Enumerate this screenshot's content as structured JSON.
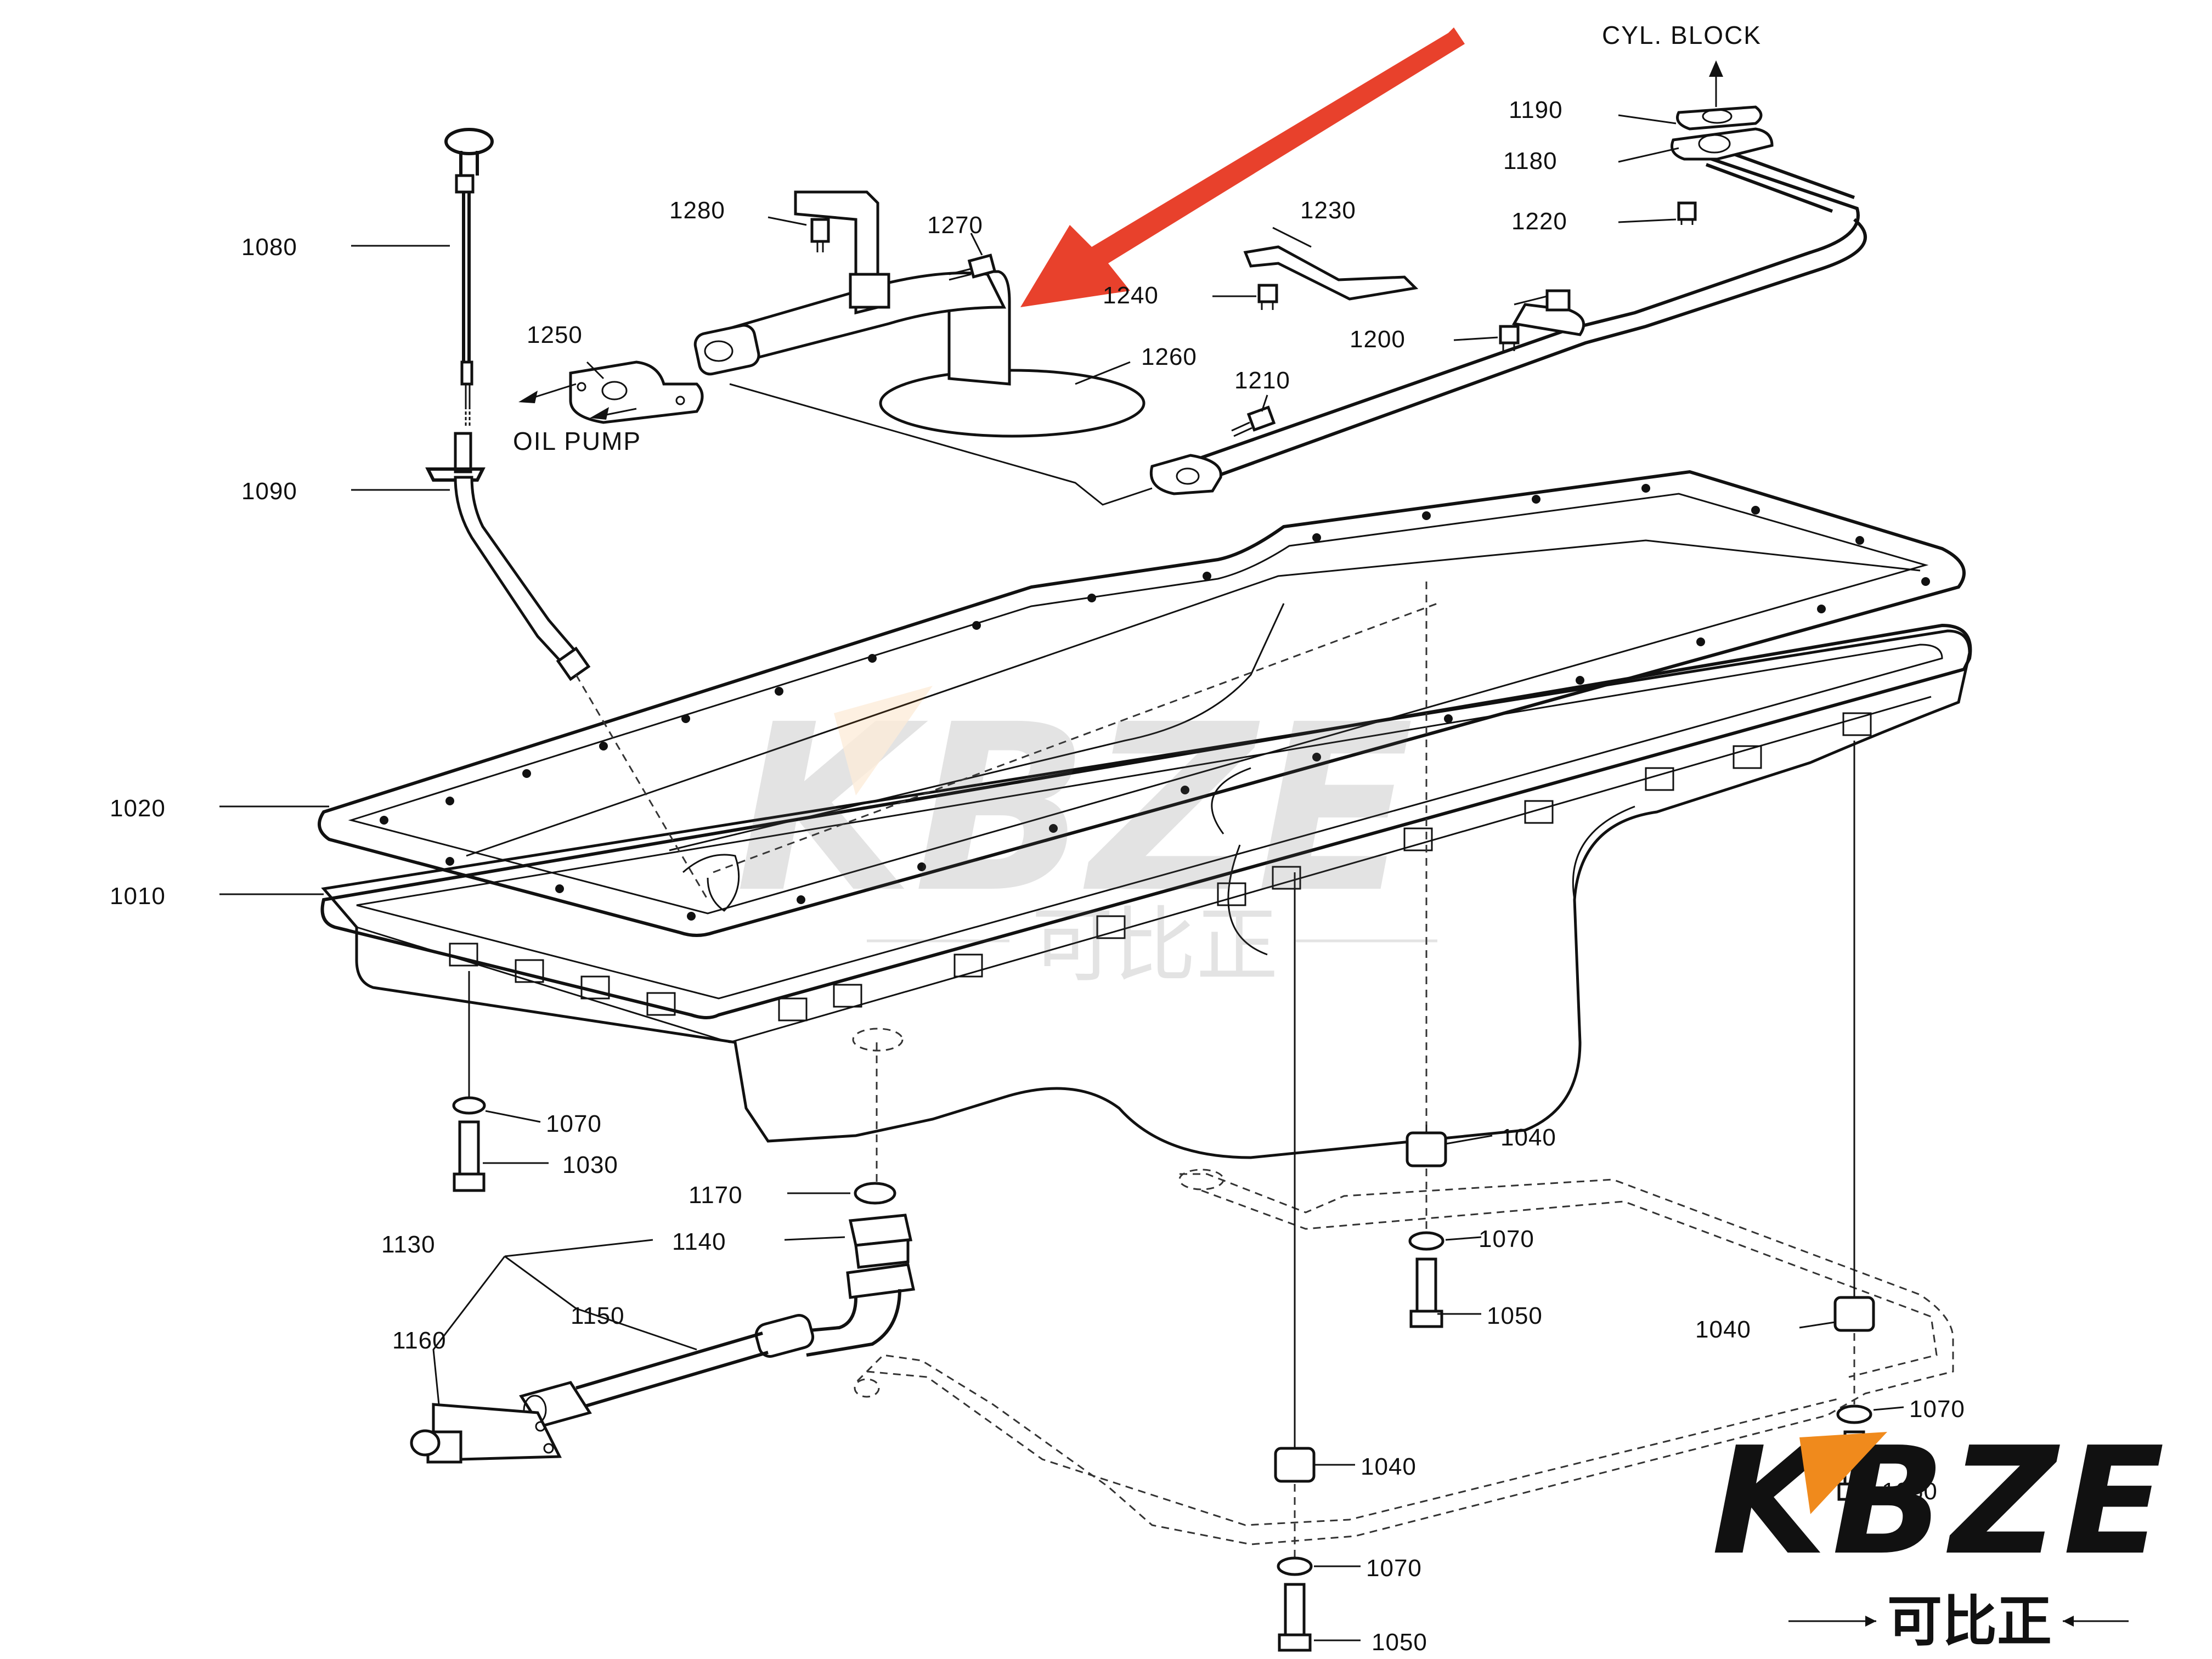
{
  "notes": {
    "cyl_block": "CYL. BLOCK",
    "oil_pump": "OIL PUMP"
  },
  "parts": {
    "p1010": "1010",
    "p1020": "1020",
    "p1030": "1030",
    "p1040a": "1040",
    "p1040b": "1040",
    "p1040c": "1040",
    "p1050a": "1050",
    "p1050b": "1050",
    "p1050c": "1050",
    "p1070a": "1070",
    "p1070b": "1070",
    "p1070c": "1070",
    "p1070d": "1070",
    "p1080": "1080",
    "p1090": "1090",
    "p1130": "1130",
    "p1140": "1140",
    "p1150": "1150",
    "p1160": "1160",
    "p1170": "1170",
    "p1180": "1180",
    "p1190": "1190",
    "p1200": "1200",
    "p1210": "1210",
    "p1220": "1220",
    "p1230": "1230",
    "p1240": "1240",
    "p1250": "1250",
    "p1260": "1260",
    "p1270": "1270",
    "p1280": "1280"
  },
  "watermark": {
    "brand": "KBZE",
    "brand_cn": "可比正"
  },
  "logo": {
    "brand": "KBZE",
    "brand_cn": "可比正"
  },
  "colors": {
    "arrow": "#e8412c",
    "logo_accent": "#f08a1c",
    "ink": "#111111"
  }
}
